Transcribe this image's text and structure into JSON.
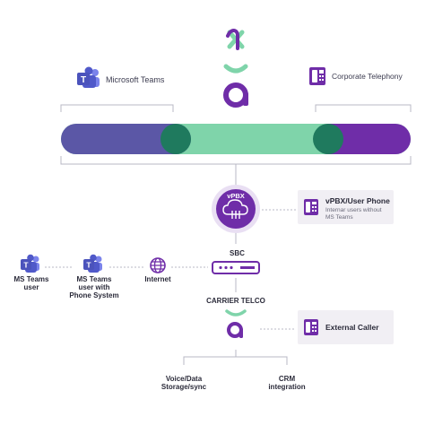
{
  "colors": {
    "purple": "#6f2da8",
    "purple_dark": "#5a2b8e",
    "blue_purple": "#5b57a6",
    "mint": "#7fd4aa",
    "teal_dark": "#1f7a5e",
    "line": "#b8b8c4",
    "teams_blue": "#5059c9"
  },
  "header": {
    "teams_label": "Microsoft Teams",
    "telephony_label": "Corporate Telephony"
  },
  "vpbx": {
    "badge": "vPBX",
    "card_title": "vPBX/User Phone",
    "card_sub_1": "Internar users without",
    "card_sub_2": "MS Teams"
  },
  "chain": {
    "ms_teams_user_1": "MS Teams",
    "ms_teams_user_2": "user",
    "ms_teams_phone_1": "MS Teams",
    "ms_teams_phone_2": "user with",
    "ms_teams_phone_3": "Phone System",
    "internet": "Internet",
    "sbc": "SBC",
    "carrier": "CARRIER TELCO"
  },
  "external": {
    "card_title": "External Caller"
  },
  "bottom": {
    "voice_1": "Voice/Data",
    "voice_2": "Storage/sync",
    "crm_1": "CRM",
    "crm_2": "integration"
  },
  "icons": [
    "teams-icon",
    "desk-phone-icon",
    "cloud-icon",
    "globe-icon",
    "router-icon",
    "brand-logo-icon"
  ]
}
